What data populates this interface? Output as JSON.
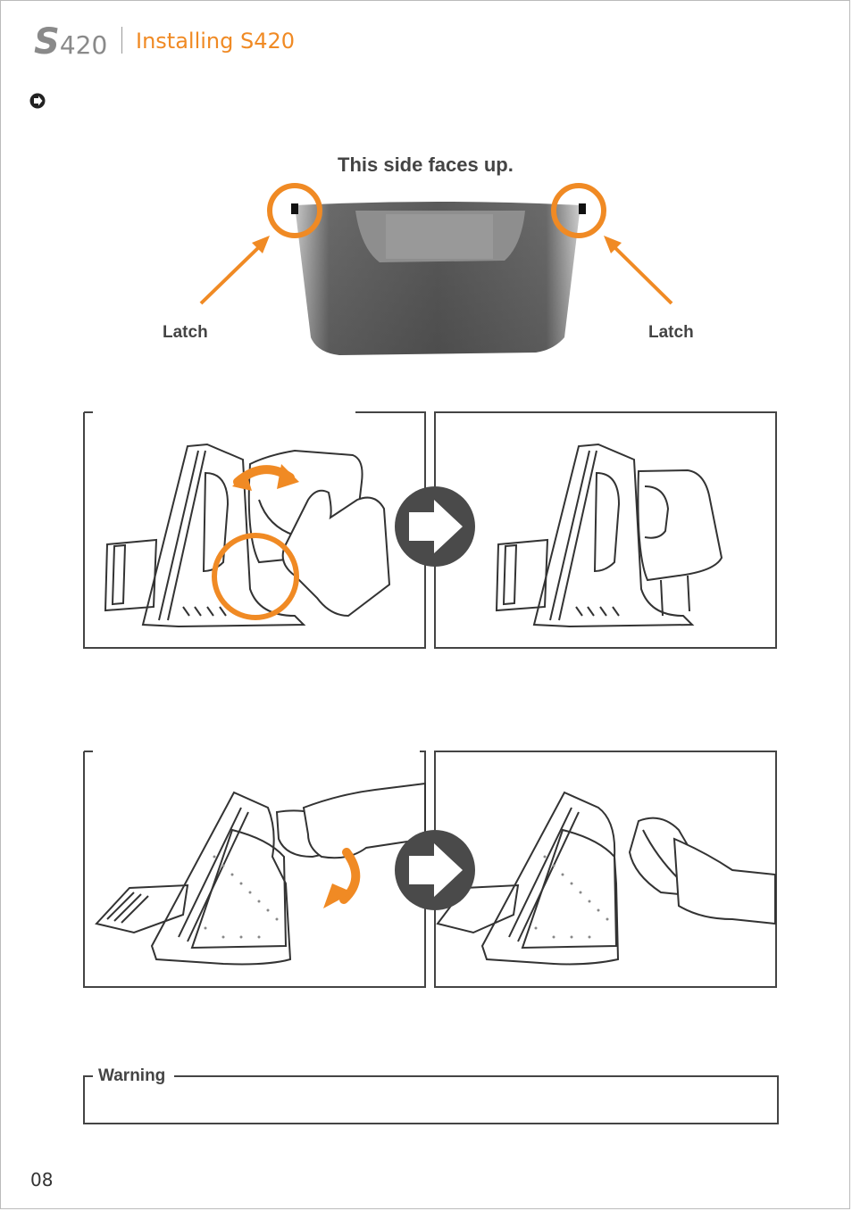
{
  "header": {
    "logo_letter": "S",
    "logo_number": "420",
    "section_title": "Installing S420"
  },
  "figure_top": {
    "caption": "This side faces up.",
    "latch_left": "Latch",
    "latch_right": "Latch"
  },
  "warning": {
    "label": "Warning"
  },
  "footer": {
    "page_number": "08"
  },
  "colors": {
    "accent": "#f08a24",
    "dark_gray": "#555555",
    "frame": "#444444"
  },
  "icons": [
    "circle-arrow-bullet-icon",
    "rotate-arrow-icon",
    "next-step-arrow-icon"
  ]
}
